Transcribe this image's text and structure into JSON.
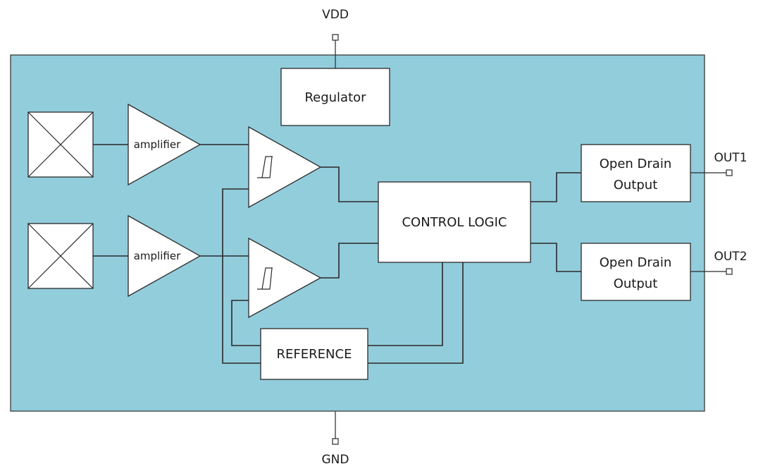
{
  "pins": {
    "vdd": "VDD",
    "gnd": "GND",
    "out1": "OUT1",
    "out2": "OUT2"
  },
  "blocks": {
    "regulator": "Regulator",
    "amplifier_top": "amplifier",
    "amplifier_bottom": "amplifier",
    "control_logic": "CONTROL LOGIC",
    "reference": "REFERENCE",
    "output_top": [
      "Open Drain",
      "Output"
    ],
    "output_bottom": [
      "Open Drain",
      "Output"
    ]
  },
  "colors": {
    "chip_fill": "#92cddc",
    "block_fill": "#ffffff",
    "line": "#2a2a2a"
  },
  "icons": {
    "sensor": "hall-sensor-element",
    "comparator": "schmitt-trigger-symbol"
  }
}
